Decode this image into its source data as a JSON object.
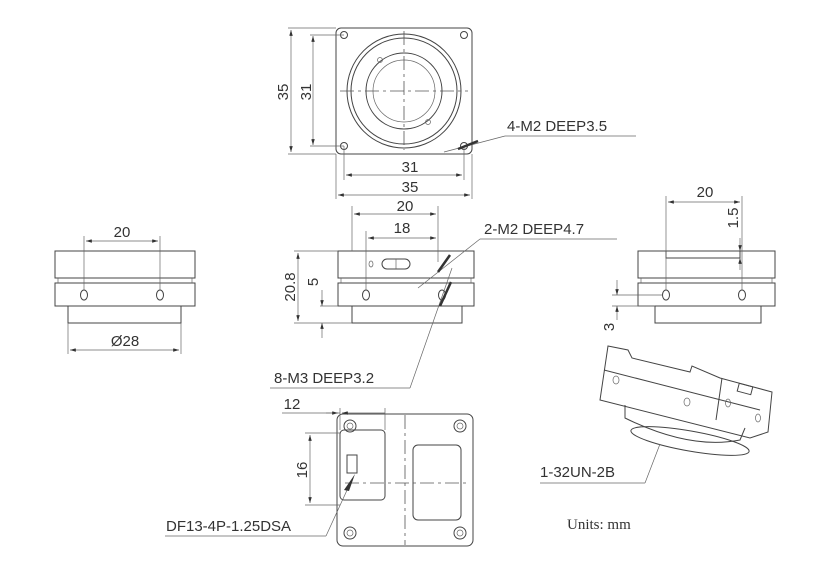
{
  "front_view": {
    "dim_height_outer": "35",
    "dim_height_inner": "31",
    "dim_width_inner": "31",
    "dim_width_outer": "35",
    "hole_callout": "4-M2 DEEP3.5"
  },
  "left_view": {
    "dim_hole_spacing": "20",
    "dim_diameter": "Ø28"
  },
  "center_view": {
    "dim_width_20": "20",
    "dim_width_18": "18",
    "dim_height": "20.8",
    "dim_5": "5",
    "top_hole_callout": "2-M2 DEEP4.7",
    "side_hole_callout": "8-M3 DEEP3.2"
  },
  "right_view": {
    "dim_hole_spacing": "20",
    "dim_1_5": "1.5",
    "dim_3": "3"
  },
  "iso_view": {
    "thread_callout": "1-32UN-2B"
  },
  "back_view": {
    "dim_12": "12",
    "dim_16": "16",
    "connector_callout": "DF13-4P-1.25DSA"
  },
  "units_label": "Units: mm"
}
